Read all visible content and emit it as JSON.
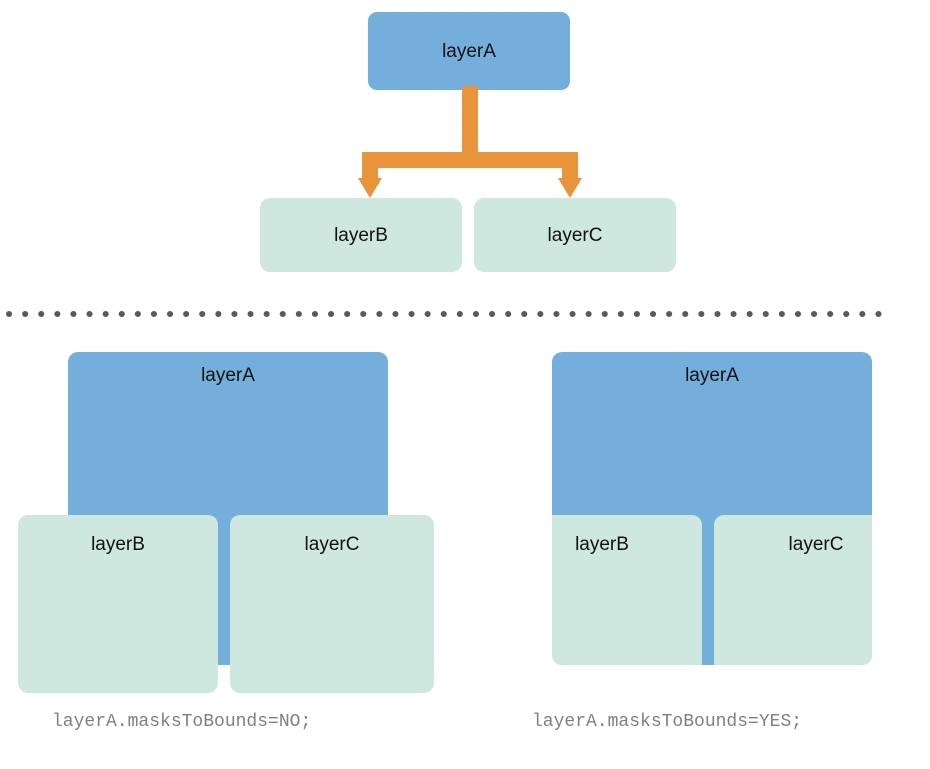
{
  "colors": {
    "layer_a_blue": "#74aeda",
    "layer_bc_green": "#cee7df",
    "arrow_orange": "#e8943a",
    "divider_dot": "#5a5a5e",
    "caption_text": "#808080",
    "label_text": "#111111",
    "background": "#ffffff"
  },
  "tree": {
    "parent": {
      "label": "layerA"
    },
    "children": [
      {
        "label": "layerB"
      },
      {
        "label": "layerC"
      }
    ],
    "connector": {
      "kind": "orange-fork-arrow",
      "arrow_count": 2,
      "direction": "down"
    }
  },
  "divider": {
    "style": "dotted",
    "dot_count": 55,
    "dot_diameter": 6,
    "dot_spacing": 16
  },
  "demos": [
    {
      "id": "masks-to-bounds-no",
      "caption": "layerA.masksToBounds=NO;",
      "masks_to_bounds": "NO",
      "parent": {
        "label": "layerA"
      },
      "children": [
        {
          "label": "layerB"
        },
        {
          "label": "layerC"
        }
      ],
      "note": "children overflow outside layerA bounds"
    },
    {
      "id": "masks-to-bounds-yes",
      "caption": "layerA.masksToBounds=YES;",
      "masks_to_bounds": "YES",
      "parent": {
        "label": "layerA"
      },
      "children": [
        {
          "label": "layerB"
        },
        {
          "label": "layerC"
        }
      ],
      "note": "children clipped to layerA bounds"
    }
  ]
}
